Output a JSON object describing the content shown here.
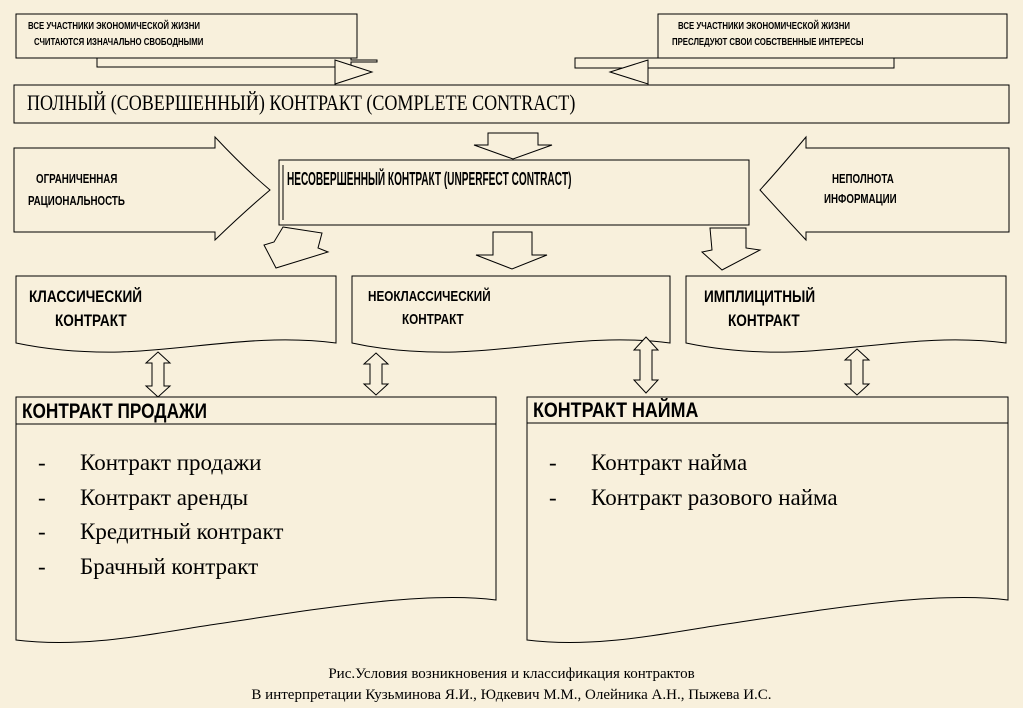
{
  "top_left_note": [
    "ВСЕ УЧАСТНИКИ ЭКОНОМИЧЕСКОЙ ЖИЗНИ",
    "СЧИТАЮТСЯ ИЗНАЧАЛЬНО СВОБОДНЫМИ"
  ],
  "top_right_note": [
    "ВСЕ УЧАСТНИКИ ЭКОНОМИЧЕСКОЙ ЖИЗНИ",
    "ПРЕСЛЕДУЮТ СВОИ СОБСТВЕННЫЕ ИНТЕРЕСЫ"
  ],
  "complete_contract": "ПОЛНЫЙ (СОВЕРШЕННЫЙ) КОНТРАКТ (COMPLETE CONTRACT)",
  "left_factor": [
    "ОГРАНИЧЕННАЯ",
    "РАЦИОНАЛЬНОСТЬ"
  ],
  "imperfect_contract": "НЕСОВЕРШЕННЫЙ КОНТРАКТ (UNPERFECT CONTRACT)",
  "right_factor": [
    "НЕПОЛНОТА",
    "ИНФОРМАЦИИ"
  ],
  "types": [
    [
      "КЛАССИЧЕСКИЙ",
      "КОНТРАКТ"
    ],
    [
      "НЕОКЛАССИЧЕСКИЙ",
      "КОНТРАКТ"
    ],
    [
      "ИМПЛИЦИТНЫЙ",
      "КОНТРАКТ"
    ]
  ],
  "sale_box": {
    "title": "КОНТРАКТ ПРОДАЖИ",
    "items": [
      "Контракт продажи",
      "Контракт аренды",
      "Кредитный контракт",
      "Брачный контракт"
    ]
  },
  "hire_box": {
    "title": "КОНТРАКТ НАЙМА",
    "items": [
      "Контракт найма",
      "Контракт разового найма"
    ]
  },
  "list_marker": "-",
  "caption": [
    "Рис.Условия возникновения и классификация контрактов",
    "В интерпретации Кузьминова Я.И., Юдкевич М.М., Олейника А.Н., Пыжева И.С."
  ]
}
